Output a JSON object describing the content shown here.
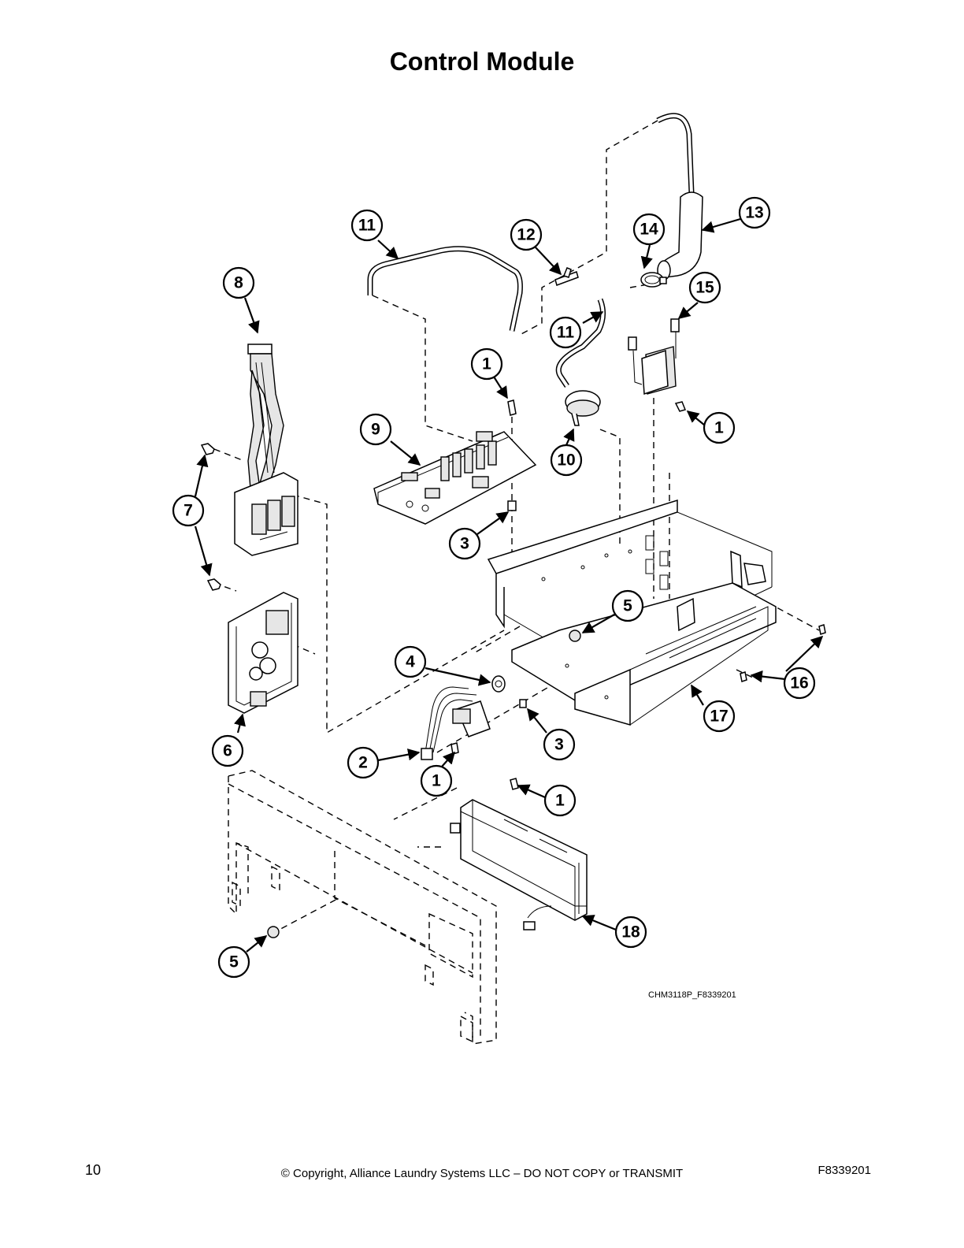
{
  "page": {
    "title": "Control Module",
    "figure_code": "CHM3118P_F8339201",
    "page_number": "10",
    "copyright": "© Copyright, Alliance Laundry Systems LLC – DO NOT COPY or TRANSMIT",
    "doc_number": "F8339201"
  },
  "callouts": {
    "c1a": "1",
    "c1b": "1",
    "c1c": "1",
    "c1d": "1",
    "c2": "2",
    "c3a": "3",
    "c3b": "3",
    "c4": "4",
    "c5a": "5",
    "c5b": "5",
    "c6": "6",
    "c7": "7",
    "c8": "8",
    "c9": "9",
    "c10": "10",
    "c11a": "11",
    "c11b": "11",
    "c12": "12",
    "c13": "13",
    "c14": "14",
    "c15": "15",
    "c16": "16",
    "c17": "17",
    "c18": "18"
  }
}
